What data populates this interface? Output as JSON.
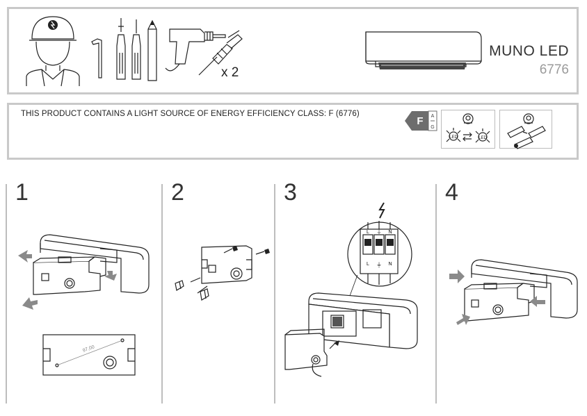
{
  "product": {
    "name": "MUNO LED",
    "code": "6776"
  },
  "tools": {
    "quantity_label": "x 2"
  },
  "energy": {
    "statement": "THIS PRODUCT CONTAINS A LIGHT SOURCE OF ENERGY EFFICIENCY CLASS: F (6776)",
    "class_letter": "F",
    "scale_top": "A",
    "scale_bottom": "G"
  },
  "steps": [
    {
      "number": "1"
    },
    {
      "number": "2"
    },
    {
      "number": "3"
    },
    {
      "number": "4"
    }
  ],
  "step1": {
    "measurement": "97,00"
  },
  "step3": {
    "terminal_labels": [
      "L",
      "⏚",
      "N"
    ]
  },
  "colors": {
    "frame_border": "#c9c9c9",
    "energy_badge": "#6d6d6d",
    "arrow_grey": "#8a8a8a"
  }
}
